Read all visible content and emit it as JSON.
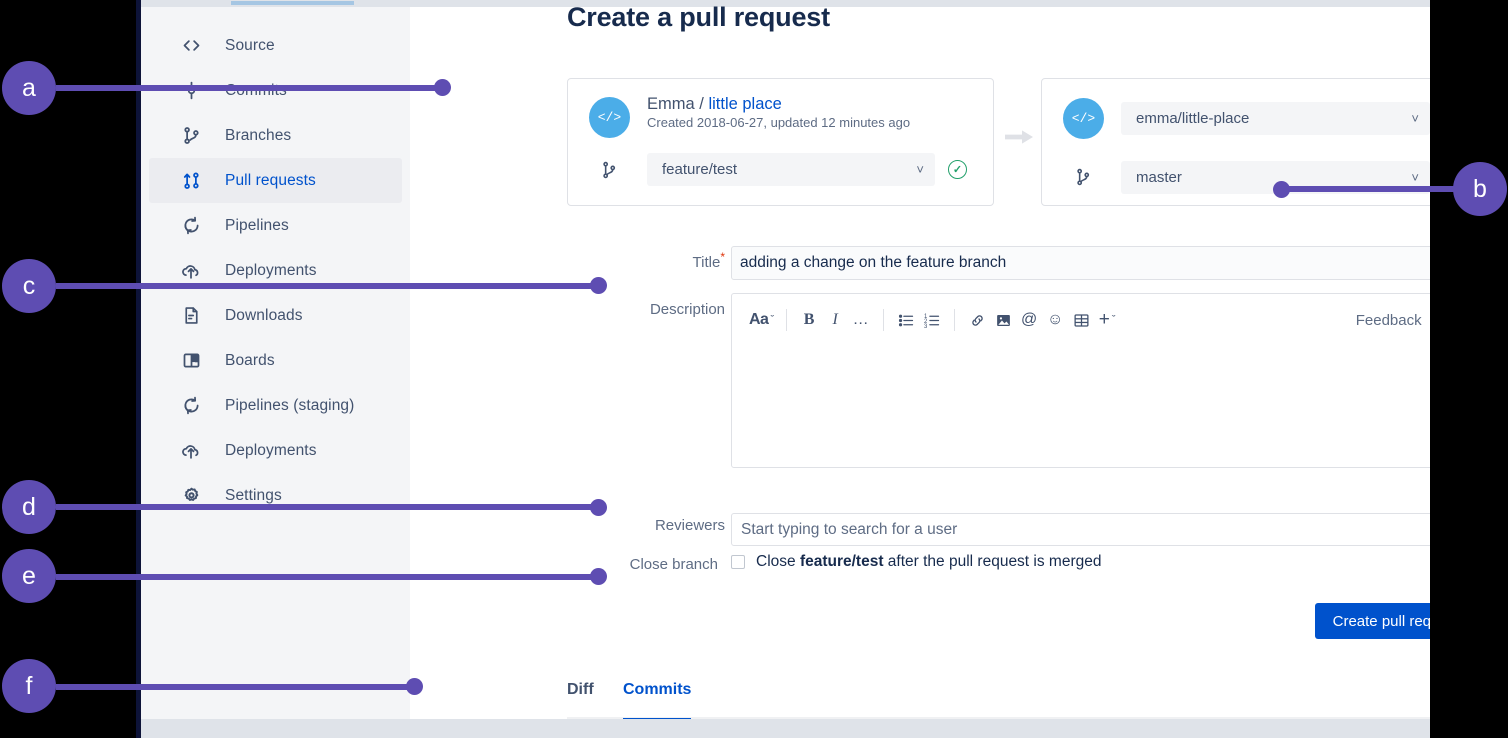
{
  "sidebar": {
    "items": [
      {
        "label": "Source",
        "icon": "code-icon",
        "active": false
      },
      {
        "label": "Commits",
        "icon": "commit-icon",
        "active": false
      },
      {
        "label": "Branches",
        "icon": "branch-icon",
        "active": false
      },
      {
        "label": "Pull requests",
        "icon": "pull-request-icon",
        "active": true
      },
      {
        "label": "Pipelines",
        "icon": "pipeline-icon",
        "active": false
      },
      {
        "label": "Deployments",
        "icon": "deployments-icon",
        "active": false
      },
      {
        "label": "Downloads",
        "icon": "downloads-icon",
        "active": false
      },
      {
        "label": "Boards",
        "icon": "boards-icon",
        "active": false
      },
      {
        "label": "Pipelines (staging)",
        "icon": "pipeline-icon",
        "active": false
      },
      {
        "label": "Deployments",
        "icon": "deployments-icon",
        "active": false
      },
      {
        "label": "Settings",
        "icon": "gear-icon",
        "active": false
      }
    ]
  },
  "page": {
    "title": "Create a pull request"
  },
  "source": {
    "avatar_glyph": "</>",
    "owner": "Emma",
    "separator": " / ",
    "repo": "little place",
    "meta": "Created 2018-06-27, updated 12 minutes ago",
    "branch_value": "feature/test",
    "chevron": "˅",
    "status": "valid"
  },
  "destination": {
    "avatar_glyph": "</>",
    "repo_value": "emma/little-place",
    "branch_value": "master",
    "chevron": "˅",
    "status": "valid"
  },
  "form": {
    "title_label": "Title",
    "title_required_mark": "*",
    "title_value": "adding a change on the feature branch",
    "description_label": "Description",
    "description_value": "",
    "reviewers_label": "Reviewers",
    "reviewers_placeholder": "Start typing to search for a user",
    "close_branch_label": "Close branch",
    "close_branch_text_before": "Close ",
    "close_branch_branch": "feature/test",
    "close_branch_text_after": " after the pull request is merged",
    "close_branch_checked": false,
    "submit_label": "Create pull request"
  },
  "editor_toolbar": {
    "text_style": "Aa",
    "bold": "B",
    "italic": "I",
    "more": "…",
    "bullet_list": "bullet-list-icon",
    "numbered_list": "numbered-list-icon",
    "link": "link-icon",
    "image": "image-icon",
    "mention": "@",
    "emoji": "☺",
    "table": "table-icon",
    "insert": "+",
    "feedback": "Feedback",
    "help": "?"
  },
  "tabs": [
    {
      "label": "Diff",
      "active": false
    },
    {
      "label": "Commits",
      "active": true
    }
  ],
  "annotations": [
    {
      "id": "a",
      "letter": "a"
    },
    {
      "id": "b",
      "letter": "b"
    },
    {
      "id": "c",
      "letter": "c"
    },
    {
      "id": "d",
      "letter": "d"
    },
    {
      "id": "e",
      "letter": "e"
    },
    {
      "id": "f",
      "letter": "f"
    }
  ],
  "colors": {
    "annotation_purple": "#5e4db2",
    "link_blue": "#0052cc",
    "primary_button": "#0052cc",
    "avatar_blue": "#4bade8",
    "valid_green": "#22a06b",
    "required_red": "#de350b",
    "sidebar_bg": "#f4f5f7"
  }
}
